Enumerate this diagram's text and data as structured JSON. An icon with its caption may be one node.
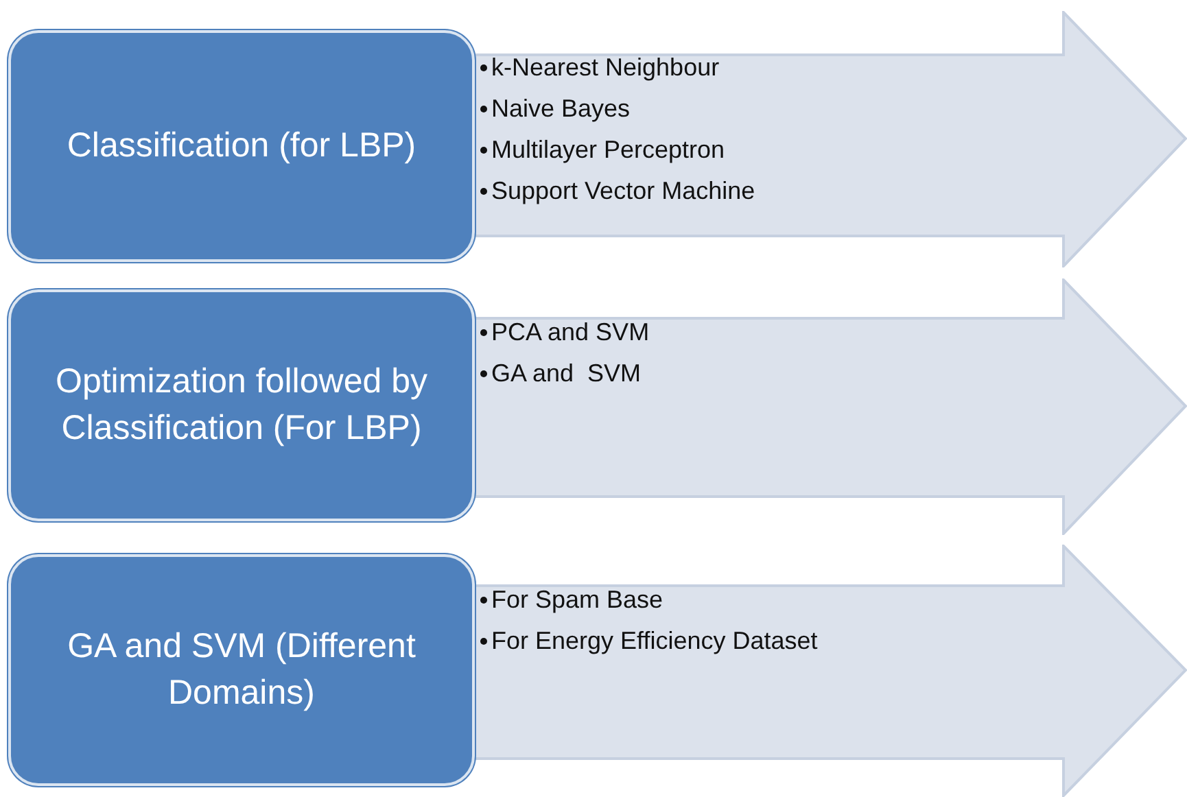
{
  "diagram": {
    "nodes": [
      {
        "text": [
          "Classification (for LBP)"
        ]
      },
      {
        "text": [
          "k-Nearest Neighbour",
          "Naive Bayes",
          "Multilayer Perceptron",
          "Support Vector Machine"
        ]
      },
      {
        "text": [
          "Optimization followed by Classification (For LBP)"
        ]
      },
      {
        "text": [
          "PCA and SVM",
          "GA and  SVM"
        ]
      },
      {
        "text": [
          "GA and SVM (Different Domains)"
        ]
      },
      {
        "text": [
          "For Spam Base",
          "For Energy Efficiency Dataset"
        ]
      }
    ]
  }
}
